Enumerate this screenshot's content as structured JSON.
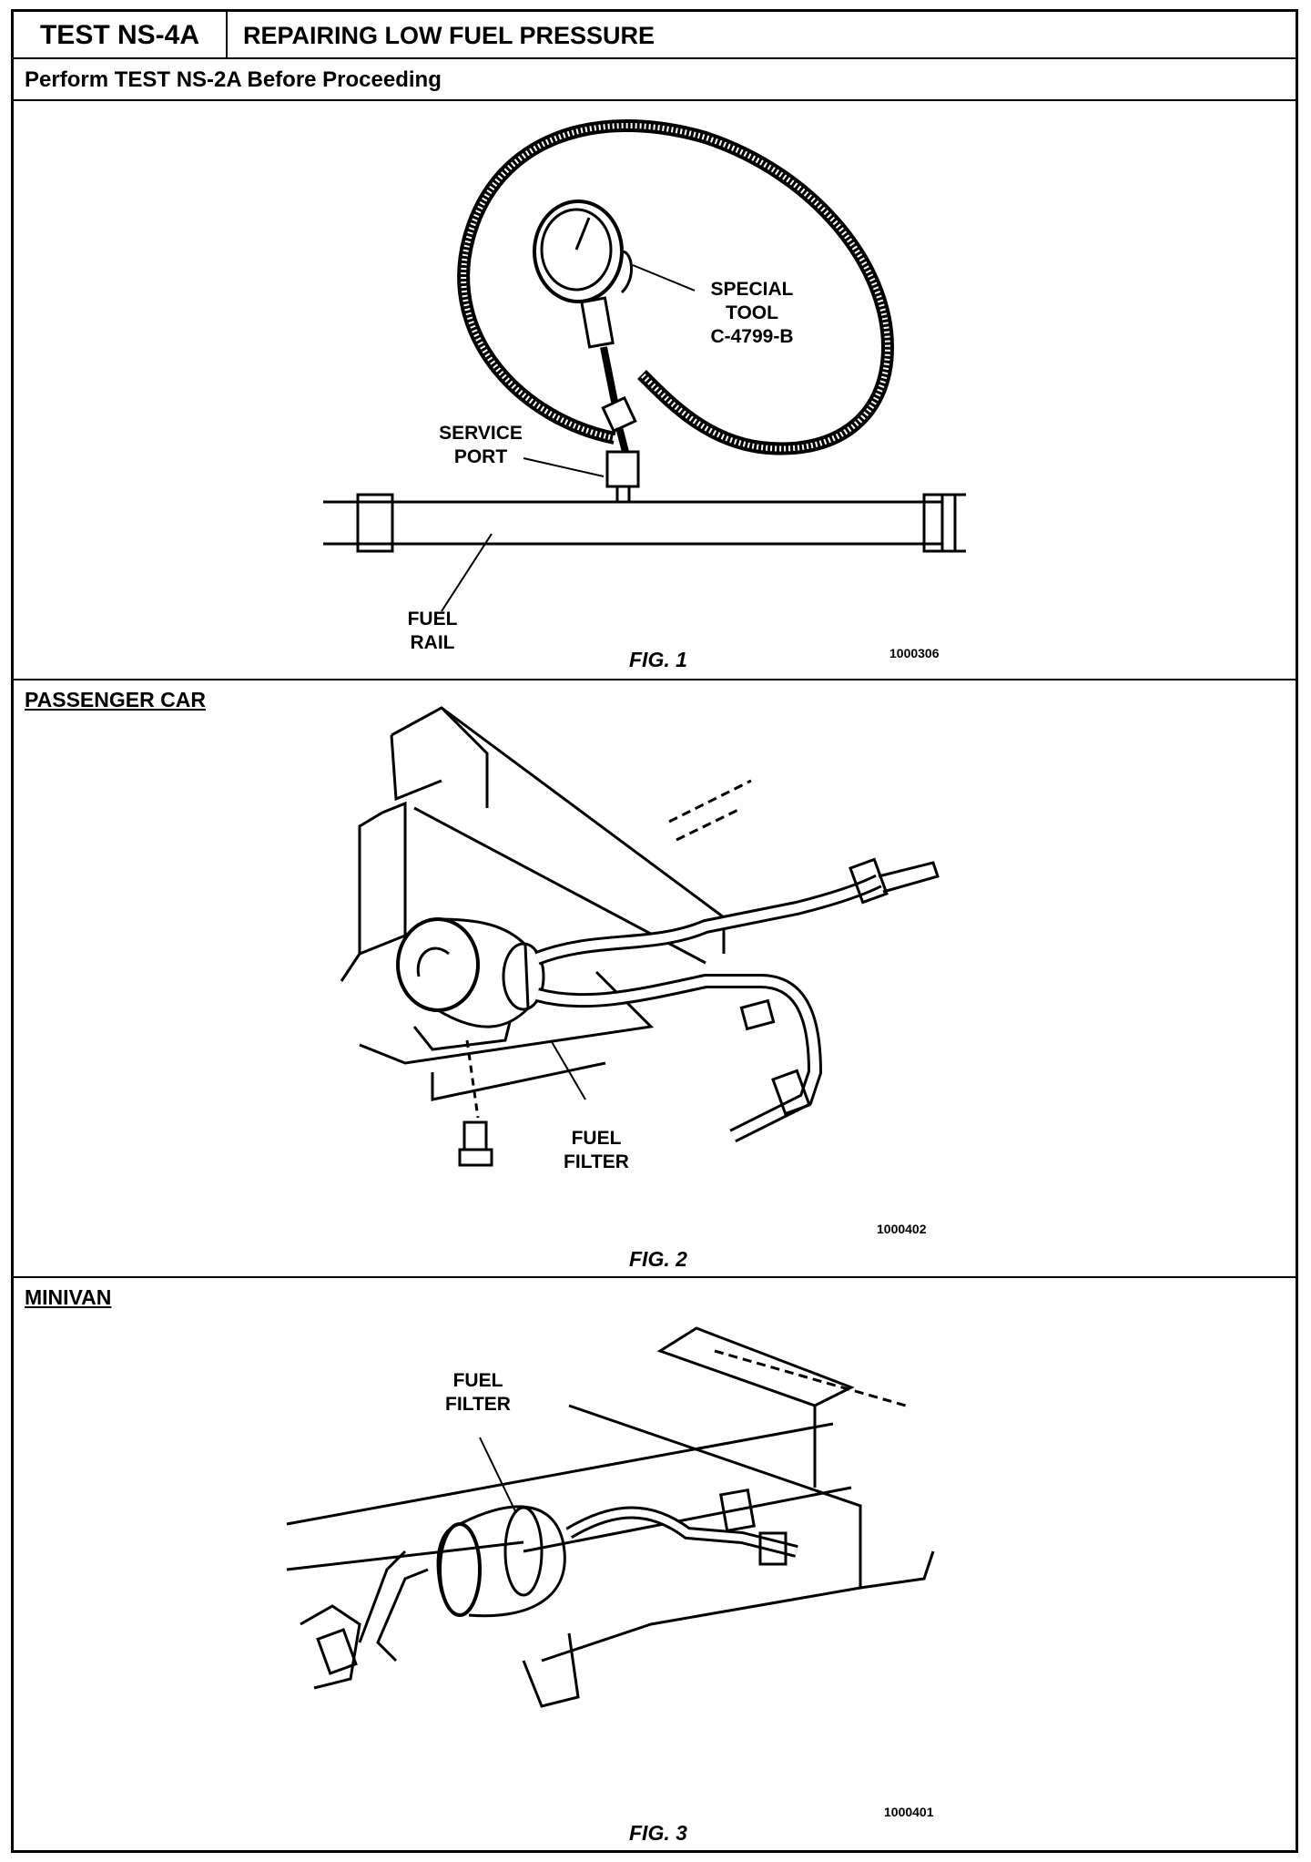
{
  "header": {
    "test_id": "TEST NS-4A",
    "title": "REPAIRING LOW FUEL PRESSURE",
    "prerequisite": "Perform TEST NS-2A Before Proceeding"
  },
  "figures": [
    {
      "caption": "FIG. 1",
      "code": "1000306",
      "callouts": {
        "special_tool": "SPECIAL\nTOOL\nC-4799-B",
        "service_port": "SERVICE\nPORT",
        "fuel_rail": "FUEL\nRAIL"
      }
    },
    {
      "section": "PASSENGER CAR",
      "caption": "FIG. 2",
      "code": "1000402",
      "callouts": {
        "fuel_filter": "FUEL\nFILTER"
      }
    },
    {
      "section": "MINIVAN",
      "caption": "FIG. 3",
      "code": "1000401",
      "callouts": {
        "fuel_filter": "FUEL\nFILTER"
      }
    }
  ]
}
